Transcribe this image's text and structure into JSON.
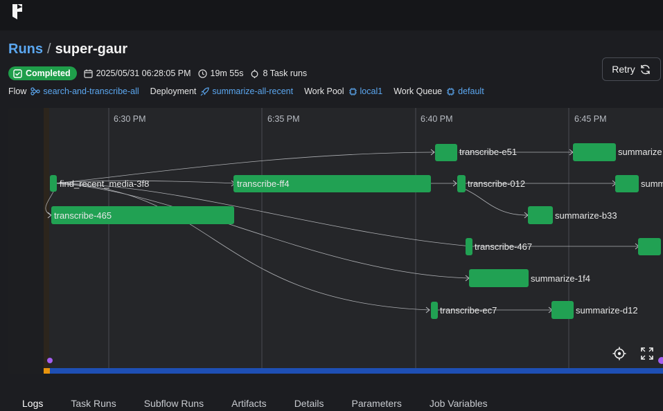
{
  "breadcrumb": {
    "parent": "Runs",
    "separator": "/",
    "current": "super-gaur"
  },
  "status": {
    "label": "Completed",
    "color": "#1f9e4a"
  },
  "meta": {
    "datetime": "2025/05/31 06:28:05 PM",
    "duration": "19m 55s",
    "task_runs": "8 Task runs"
  },
  "info": {
    "flow_label": "Flow",
    "flow_value": "search-and-transcribe-all",
    "deployment_label": "Deployment",
    "deployment_value": "summarize-all-recent",
    "work_pool_label": "Work Pool",
    "work_pool_value": "local1",
    "work_queue_label": "Work Queue",
    "work_queue_value": "default"
  },
  "retry_label": "Retry",
  "timeline": {
    "ticks": [
      "6:30 PM",
      "6:35 PM",
      "6:40 PM",
      "6:45 PM"
    ],
    "nodes": [
      {
        "name": "find_recent_media-3f8"
      },
      {
        "name": "transcribe-465"
      },
      {
        "name": "transcribe-ff4"
      },
      {
        "name": "transcribe-e51"
      },
      {
        "name": "summarize"
      },
      {
        "name": "transcribe-012"
      },
      {
        "name": "summ"
      },
      {
        "name": "summarize-b33"
      },
      {
        "name": "transcribe-467"
      },
      {
        "name": "summarize-1f4"
      },
      {
        "name": "transcribe-ec7"
      },
      {
        "name": "summarize-d12"
      }
    ],
    "node_color": "#21a153",
    "accent_colors": {
      "progress": "#1e4fb4",
      "marker": "#e8940d",
      "dot": "#a45ef0"
    }
  },
  "tabs": [
    "Logs",
    "Task Runs",
    "Subflow Runs",
    "Artifacts",
    "Details",
    "Parameters",
    "Job Variables"
  ],
  "icons": {
    "logo": "prefect-logo",
    "status": "check-square-icon",
    "calendar": "calendar-icon",
    "clock": "clock-icon",
    "task": "task-run-icon",
    "flow": "flow-icon",
    "deployment": "rocket-icon",
    "pool": "cpu-icon",
    "retry": "refresh-icon",
    "recenter": "crosshair-icon",
    "fullscreen": "fullscreen-icon"
  }
}
